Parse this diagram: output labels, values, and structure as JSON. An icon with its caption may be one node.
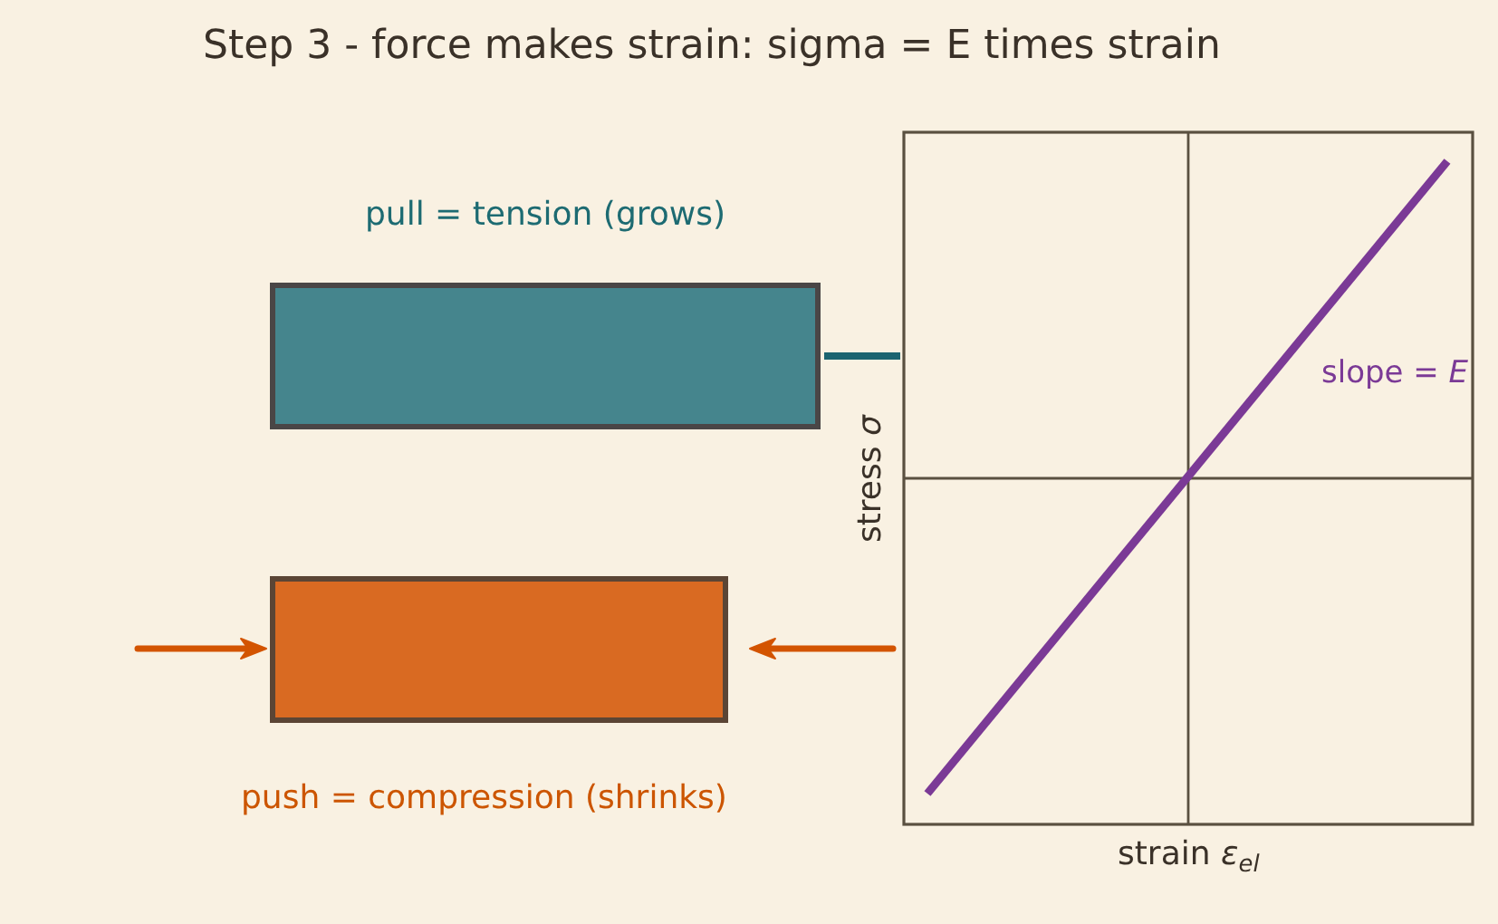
{
  "diagram": {
    "title": "Step 3 - force makes strain: sigma = E times strain",
    "nodes": [
      {
        "text": [],
        "shape": "bar",
        "beside": [
          "pull = tension (grows)"
        ]
      },
      {
        "text": [],
        "shape": "bar",
        "beside": [
          "push = compression (shrinks)"
        ]
      }
    ],
    "labels": [
      "slope = *E*",
      "stress *σ*",
      "strain *ε*$_{el}$"
    ]
  }
}
